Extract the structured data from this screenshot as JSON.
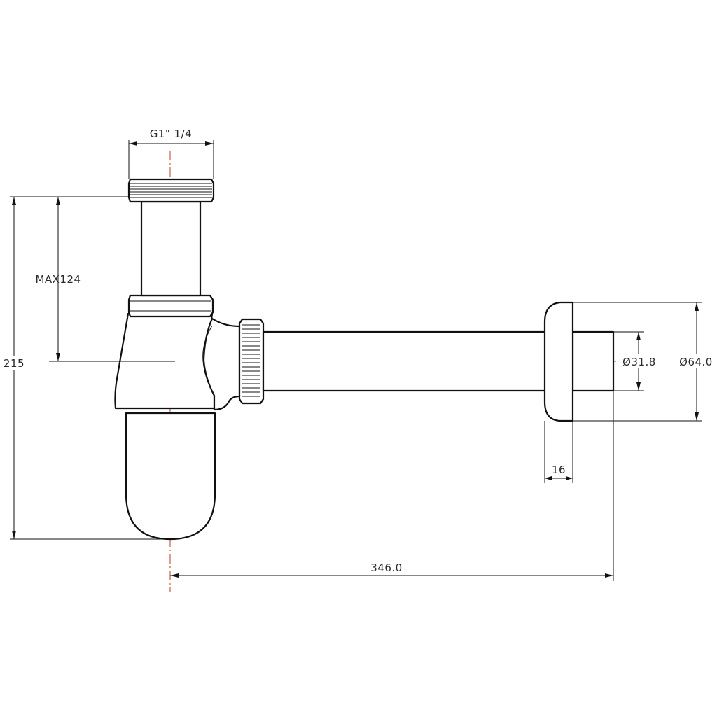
{
  "drawing": {
    "subject": "bottle trap with outlet pipe and wall flange",
    "dimensions": {
      "thread": "G1\" 1/4",
      "max_height": "MAX124",
      "total_height": "215",
      "pipe_diameter": "Ø31.8",
      "flange_diameter": "Ø64.0",
      "flange_thickness": "16",
      "total_length": "346.0"
    },
    "colors": {
      "outline": "#111111",
      "centerline": "#c0392b",
      "text": "#2a2a2a"
    }
  }
}
